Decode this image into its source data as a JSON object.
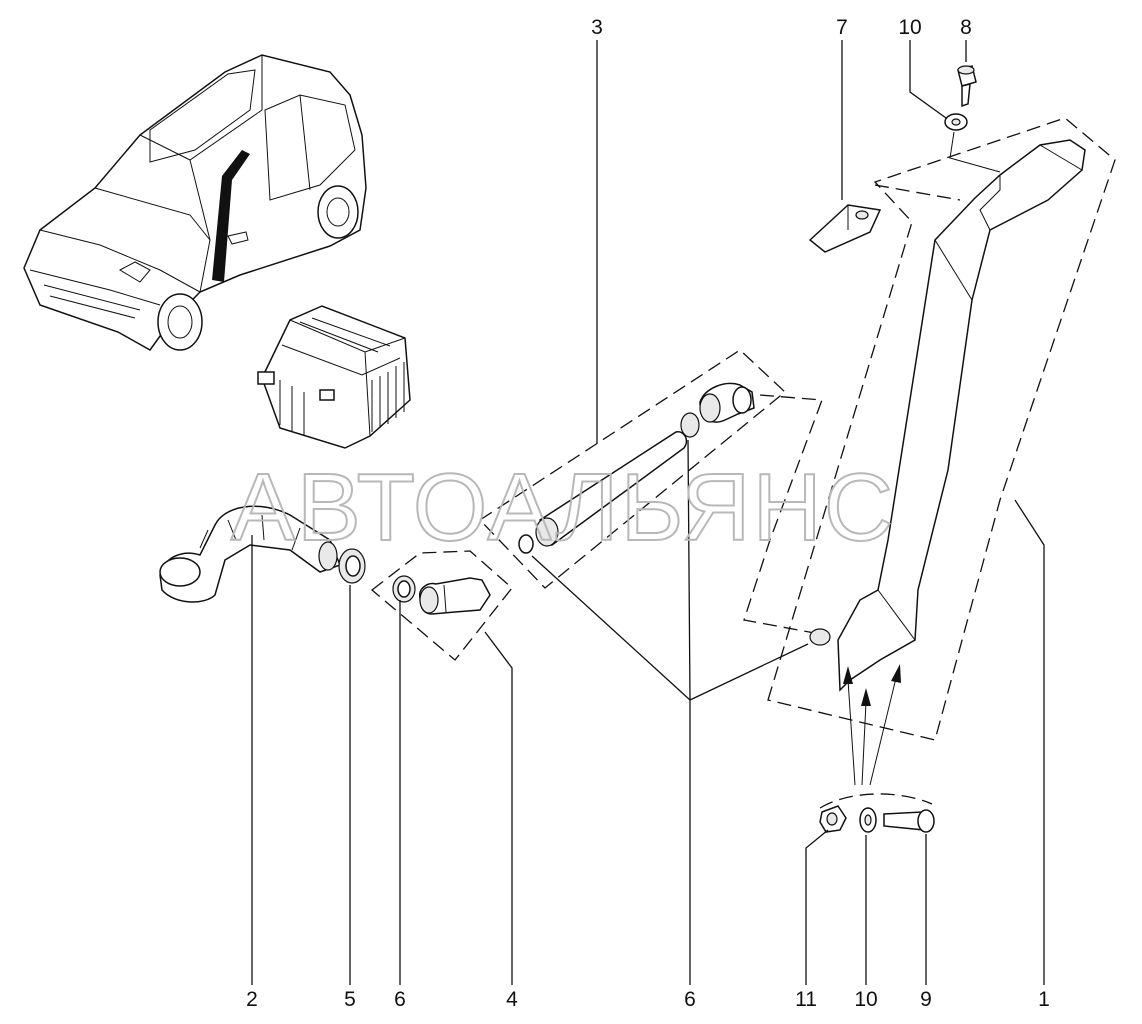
{
  "watermark": "АВТОАЛЬЯНС",
  "callouts": {
    "c1": "1",
    "c2": "2",
    "c3": "3",
    "c4": "4",
    "c5": "5",
    "c6_top": "6",
    "c6_bottom": "6",
    "c7": "7",
    "c8": "8",
    "c9": "9",
    "c10_top": "10",
    "c10_bottom": "10",
    "c11": "11"
  }
}
